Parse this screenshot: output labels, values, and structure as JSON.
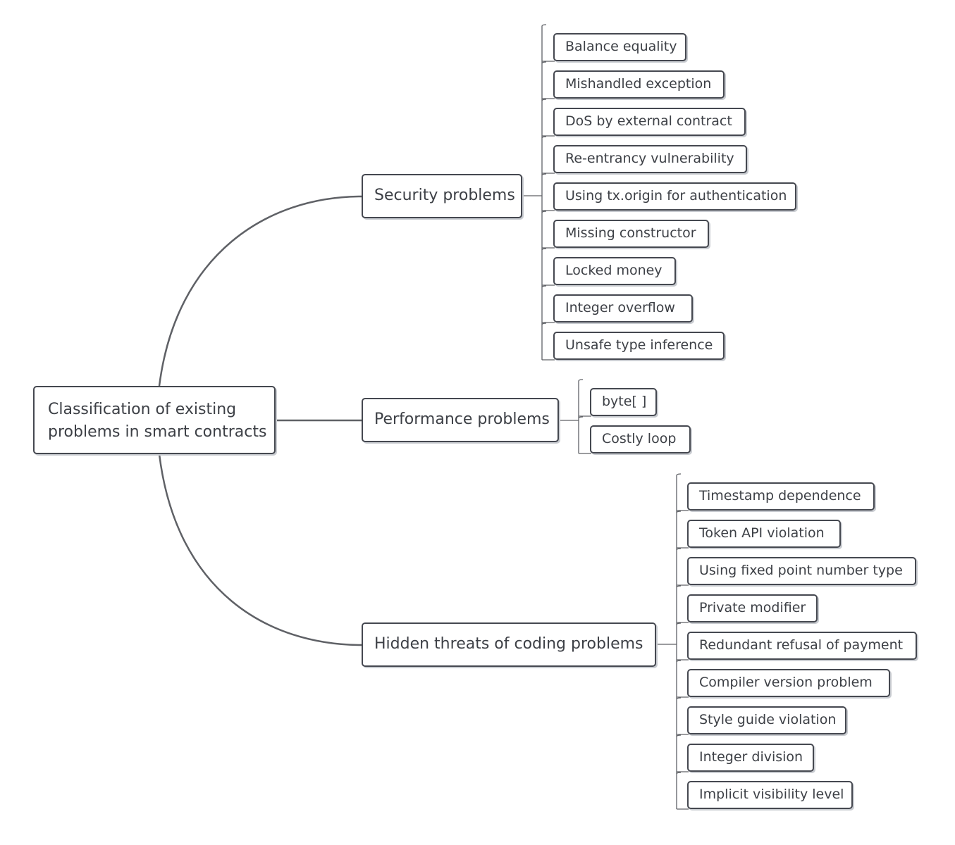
{
  "root": {
    "line1": "Classification of existing",
    "line2": "problems in smart contracts"
  },
  "branches": [
    {
      "label": "Security problems",
      "items": [
        "Balance equality",
        "Mishandled exception",
        "DoS by external contract",
        "Re-entrancy vulnerability",
        "Using tx.origin for authentication",
        "Missing constructor",
        "Locked money",
        "Integer overflow",
        "Unsafe type inference"
      ]
    },
    {
      "label": "Performance problems",
      "items": [
        "byte[ ]",
        "Costly loop"
      ]
    },
    {
      "label": "Hidden threats of coding problems",
      "items": [
        "Timestamp dependence",
        "Token API violation",
        "Using fixed point number type",
        "Private modifier",
        "Redundant refusal of payment",
        "Compiler version problem",
        "Style guide violation",
        "Integer division",
        "Implicit visibility level"
      ]
    }
  ],
  "colors": {
    "line": "#5f6166",
    "border": "#454850",
    "text": "#3d4046"
  }
}
